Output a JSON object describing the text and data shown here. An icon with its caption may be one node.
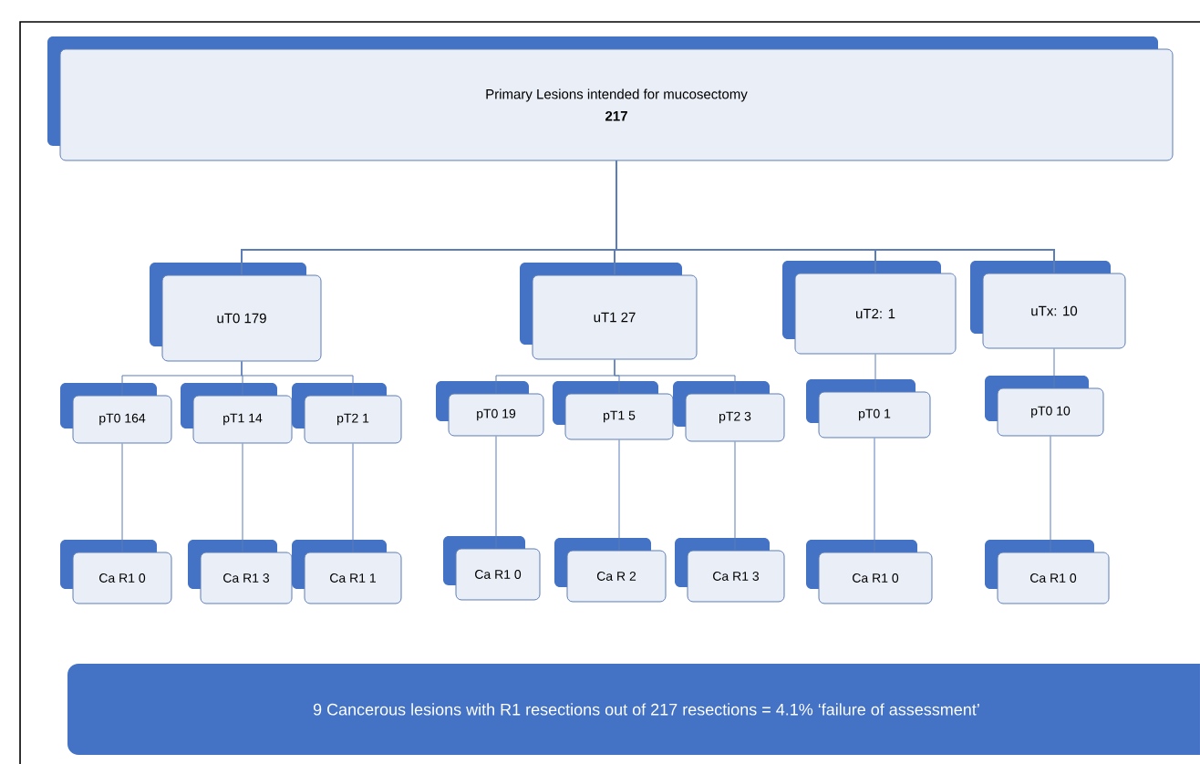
{
  "diagram": {
    "nodes": [
      {
        "text": [
          "Primary Lesions intended for mucosectomy",
          "217"
        ]
      },
      {
        "text": [
          "uT0 179"
        ]
      },
      {
        "text": [
          "uT1 27"
        ]
      },
      {
        "text": [
          "uT2: 1"
        ]
      },
      {
        "text": [
          "uTx: 10"
        ]
      },
      {
        "text": [
          "pT0 164"
        ]
      },
      {
        "text": [
          "pT1 14"
        ]
      },
      {
        "text": [
          "pT2 1"
        ]
      },
      {
        "text": [
          "pT0 19"
        ]
      },
      {
        "text": [
          "pT1 5"
        ]
      },
      {
        "text": [
          "pT2 3"
        ]
      },
      {
        "text": [
          "pT0 1"
        ]
      },
      {
        "text": [
          "pT0 10"
        ]
      },
      {
        "text": [
          "Ca R1 0"
        ]
      },
      {
        "text": [
          "Ca R1 3"
        ]
      },
      {
        "text": [
          "Ca R1 1"
        ]
      },
      {
        "text": [
          "Ca R1 0"
        ]
      },
      {
        "text": [
          "Ca R 2"
        ]
      },
      {
        "text": [
          "Ca R1 3"
        ]
      },
      {
        "text": [
          "Ca R1 0"
        ]
      },
      {
        "text": [
          "Ca R1 0"
        ]
      },
      {
        "text": [
          "9 Cancerous lesions with R1 resections out of 217 resections = 4.1% ‘failure of assessment’"
        ]
      }
    ],
    "edges": [
      {
        "from": 0,
        "to": 1,
        "arrow": "none"
      },
      {
        "from": 0,
        "to": 2,
        "arrow": "none"
      },
      {
        "from": 0,
        "to": 3,
        "arrow": "none"
      },
      {
        "from": 0,
        "to": 4,
        "arrow": "none"
      },
      {
        "from": 1,
        "to": 5,
        "arrow": "none"
      },
      {
        "from": 1,
        "to": 6,
        "arrow": "none"
      },
      {
        "from": 1,
        "to": 7,
        "arrow": "none"
      },
      {
        "from": 2,
        "to": 8,
        "arrow": "none"
      },
      {
        "from": 2,
        "to": 9,
        "arrow": "none"
      },
      {
        "from": 2,
        "to": 10,
        "arrow": "none"
      },
      {
        "from": 3,
        "to": 11,
        "arrow": "none"
      },
      {
        "from": 4,
        "to": 12,
        "arrow": "none"
      },
      {
        "from": 5,
        "to": 13,
        "arrow": "none"
      },
      {
        "from": 6,
        "to": 14,
        "arrow": "none"
      },
      {
        "from": 7,
        "to": 15,
        "arrow": "none"
      },
      {
        "from": 8,
        "to": 16,
        "arrow": "none"
      },
      {
        "from": 9,
        "to": 17,
        "arrow": "none"
      },
      {
        "from": 10,
        "to": 18,
        "arrow": "none"
      },
      {
        "from": 11,
        "to": 19,
        "arrow": "none"
      },
      {
        "from": 12,
        "to": 20,
        "arrow": "none"
      }
    ]
  }
}
